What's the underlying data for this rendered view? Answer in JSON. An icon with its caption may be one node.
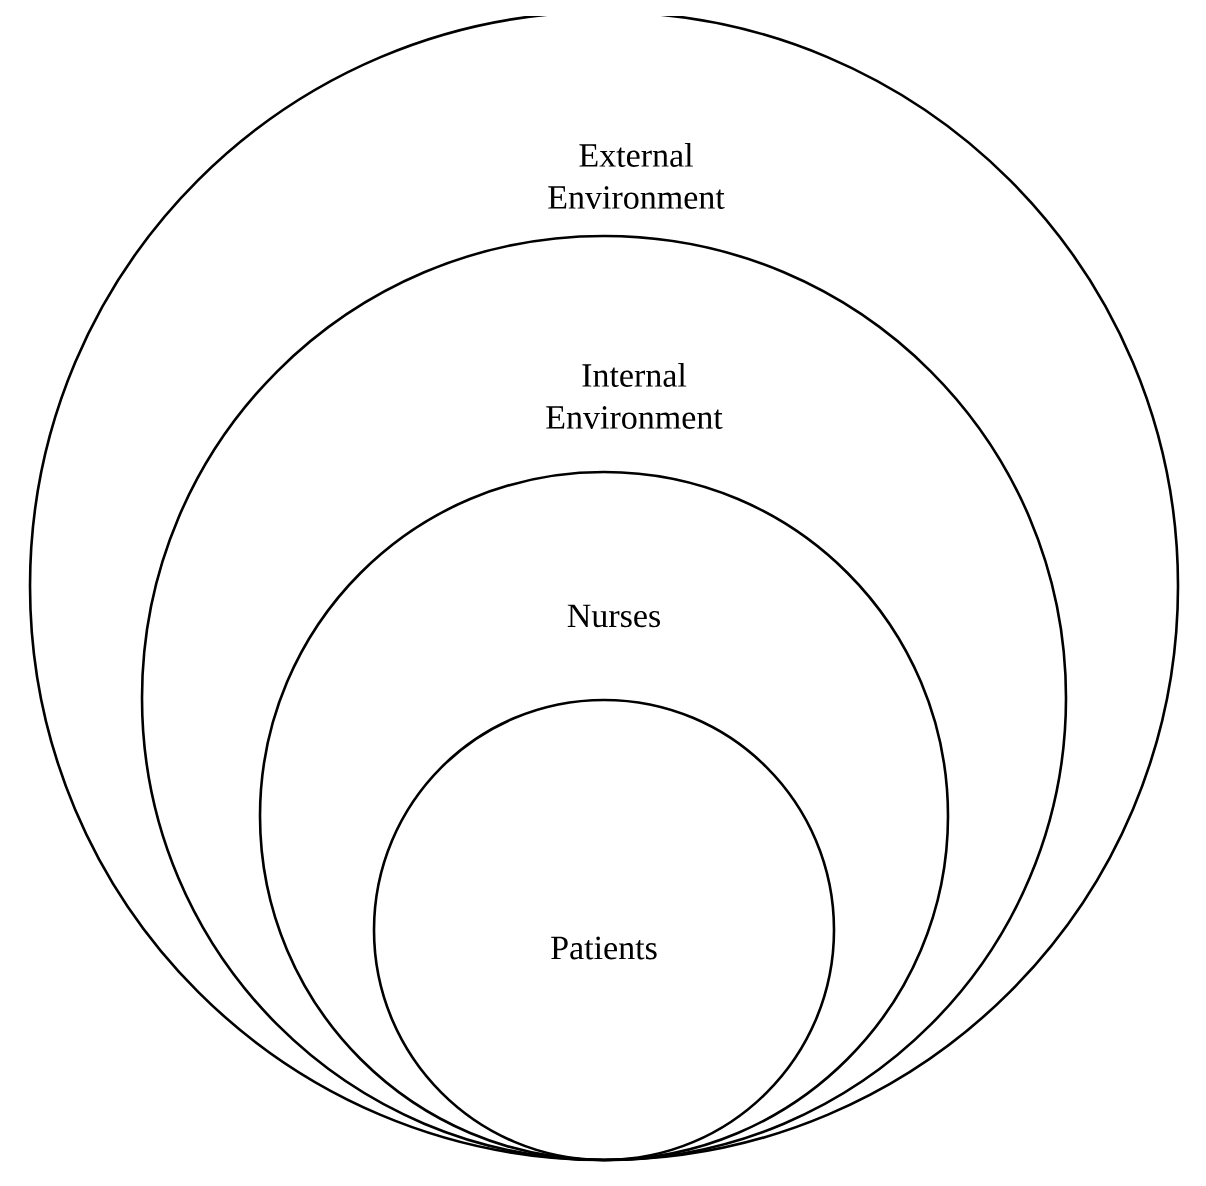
{
  "diagram": {
    "nodes": [
      {
        "text": [
          "External Environment"
        ]
      },
      {
        "text": [
          "Internal Environment"
        ],
        "in": 0
      },
      {
        "text": [
          "Nurses"
        ],
        "in": 1
      },
      {
        "text": [
          "Patients"
        ],
        "in": 2
      }
    ]
  }
}
